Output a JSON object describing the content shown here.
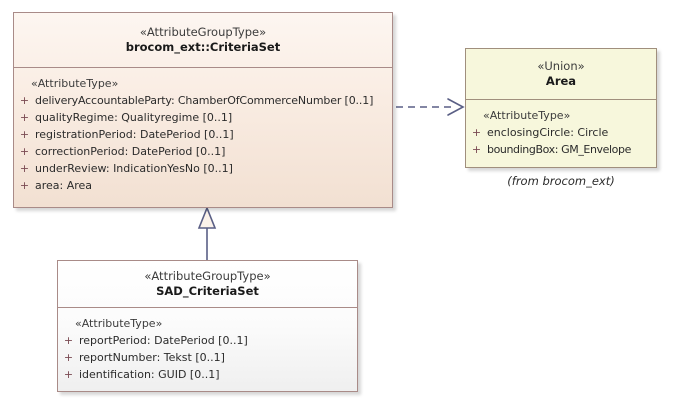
{
  "diagram": {
    "type": "uml-class-diagram",
    "colors": {
      "criteriaset_fill_top": "#fdf6f1",
      "criteriaset_fill_bottom": "#f2e0d2",
      "criteriaset_border": "#a98b88",
      "area_fill": "#f7f7dc",
      "area_border": "#a08f7d",
      "sad_fill": "#ffffff",
      "sad_border": "#a98b88",
      "connector_line": "#5a5f85",
      "visibility_marker": "#7a4a52"
    }
  },
  "classes": {
    "criteriaset": {
      "stereotype": "«AttributeGroupType»",
      "name": "brocom_ext::CriteriaSet",
      "compartment_stereotype": "«AttributeType»",
      "attributes": [
        {
          "visibility": "+",
          "text": "deliveryAccountableParty: ChamberOfCommerceNumber [0..1]"
        },
        {
          "visibility": "+",
          "text": "qualityRegime: Qualityregime [0..1]"
        },
        {
          "visibility": "+",
          "text": "registrationPeriod: DatePeriod [0..1]"
        },
        {
          "visibility": "+",
          "text": "correctionPeriod: DatePeriod [0..1]"
        },
        {
          "visibility": "+",
          "text": "underReview: IndicationYesNo [0..1]"
        },
        {
          "visibility": "+",
          "text": "area: Area"
        }
      ]
    },
    "area": {
      "stereotype": "«Union»",
      "name": "Area",
      "compartment_stereotype": "«AttributeType»",
      "attributes": [
        {
          "visibility": "+",
          "text": "enclosingCircle: Circle"
        },
        {
          "visibility": "+",
          "text": "boundingBox: GM_Envelope"
        }
      ],
      "from_package": "(from brocom_ext)"
    },
    "sad_criteriaset": {
      "stereotype": "«AttributeGroupType»",
      "name": "SAD_CriteriaSet",
      "compartment_stereotype": "«AttributeType»",
      "attributes": [
        {
          "visibility": "+",
          "text": "reportPeriod: DatePeriod [0..1]"
        },
        {
          "visibility": "+",
          "text": "reportNumber: Tekst [0..1]"
        },
        {
          "visibility": "+",
          "text": "identification: GUID [0..1]"
        }
      ]
    }
  },
  "relationships": [
    {
      "kind": "dependency",
      "style": "dashed-open-arrow",
      "source": "brocom_ext::CriteriaSet",
      "target": "Area",
      "label": ""
    },
    {
      "kind": "generalization",
      "style": "solid-hollow-triangle",
      "source": "SAD_CriteriaSet",
      "target": "brocom_ext::CriteriaSet",
      "label": ""
    }
  ]
}
